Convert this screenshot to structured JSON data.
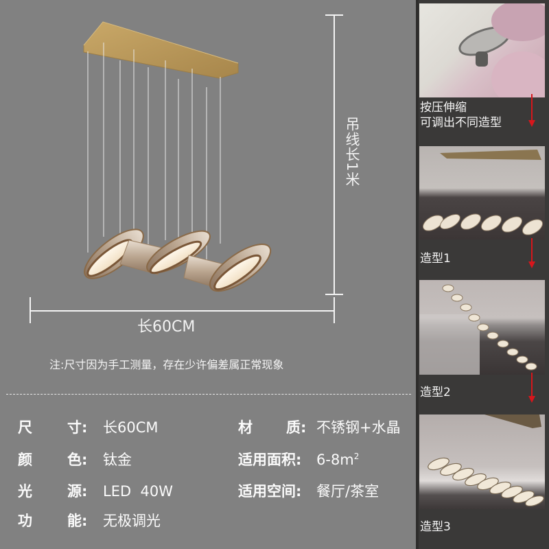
{
  "product": {
    "name": "crystal-ring-pendant-chandelier",
    "dimensions": {
      "height_label": "吊线长1米",
      "width_label": "长60CM"
    },
    "note": "注:尺寸因为手工测量，存在少许偏差属正常现象",
    "specs_left": [
      {
        "key_a": "尺",
        "key_b": "寸:",
        "value": "长60CM"
      },
      {
        "key_a": "颜",
        "key_b": "色:",
        "value": "钛金"
      },
      {
        "key_a": "光",
        "key_b": "源:",
        "value": "LED  40W"
      },
      {
        "key_a": "功",
        "key_b": "能:",
        "value": "无极调光"
      }
    ],
    "specs_right": [
      {
        "key_a": "材",
        "key_b": "质:",
        "value": "不锈钢+水晶"
      },
      {
        "key": "适用面积:",
        "value": "6-8m",
        "sup": "2"
      },
      {
        "key": "适用空间:",
        "value": "餐厅/茶室"
      }
    ]
  },
  "side_panel": {
    "items": [
      {
        "caption_line1": "按压伸缩",
        "caption_line2": "可调出不同造型",
        "image": "detail-closeup-connector"
      },
      {
        "caption": "造型1",
        "image": "zigzag-arrangement"
      },
      {
        "caption": "造型2",
        "image": "diagonal-spiral-arrangement"
      },
      {
        "caption": "造型3",
        "image": "linear-row-arrangement"
      }
    ],
    "arrow_color": "#d7161c"
  },
  "colors": {
    "background": "#818181",
    "side_panel": "#3a3938",
    "gold": "#b8955a",
    "text": "#ffffff"
  }
}
